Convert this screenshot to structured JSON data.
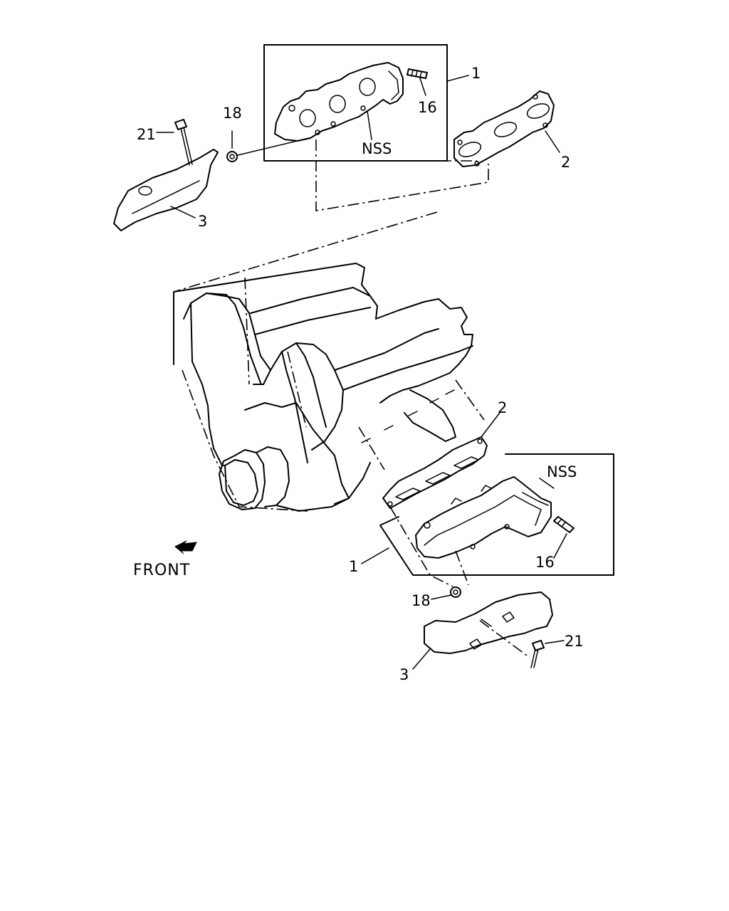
{
  "labels": {
    "upper_manifold": "1",
    "upper_gasket": "2",
    "upper_heat_shield": "3",
    "upper_stud": "16",
    "upper_nut": "18",
    "upper_bolt": "21",
    "upper_nss": "NSS",
    "lower_manifold": "1",
    "lower_gasket": "2",
    "lower_heat_shield": "3",
    "lower_stud": "16",
    "lower_nut": "18",
    "lower_bolt": "21",
    "lower_nss": "NSS"
  },
  "front_label": "FRONT"
}
